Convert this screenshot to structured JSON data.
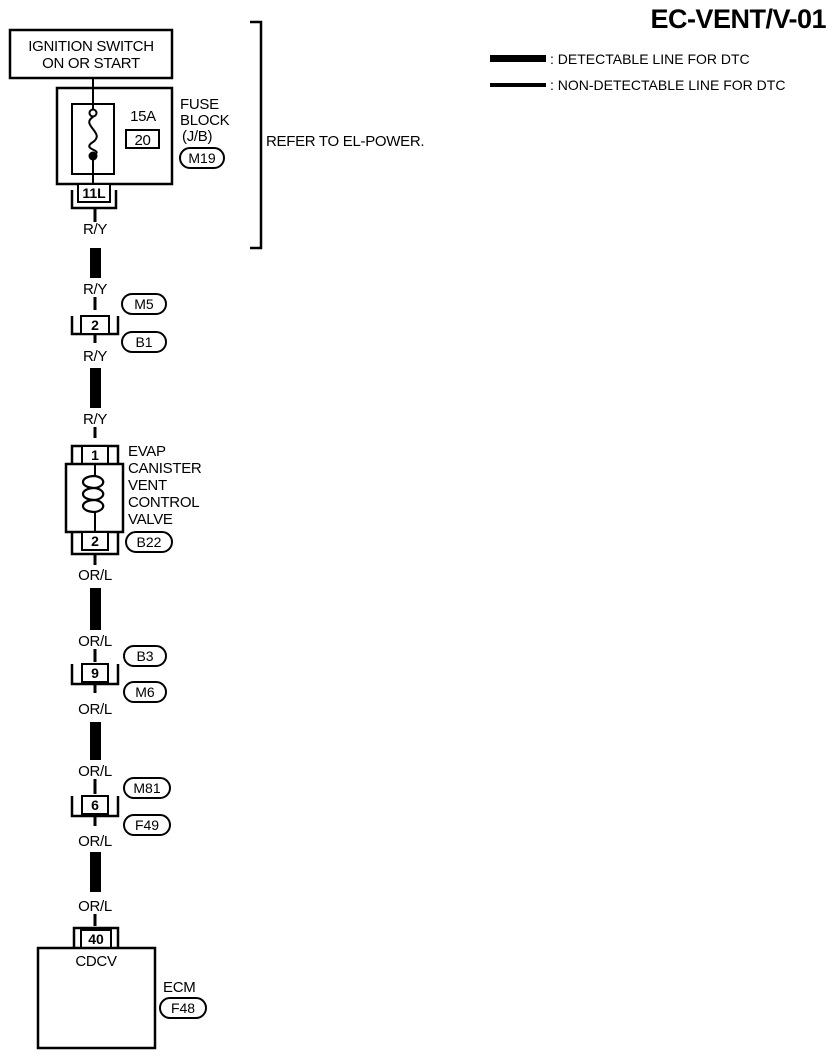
{
  "title": "EC-VENT/V-01",
  "legend": {
    "detectable": ": DETECTABLE LINE FOR DTC",
    "non_detectable": ": NON-DETECTABLE LINE FOR DTC"
  },
  "ignition_switch": {
    "line1": "IGNITION SWITCH",
    "line2": "ON OR START"
  },
  "fuse_block": {
    "amp": "15A",
    "number": "20",
    "name_line1": "FUSE",
    "name_line2": "BLOCK",
    "name_line3": "(J/B)",
    "connector": "M19",
    "terminal": "11L"
  },
  "refer_note": "REFER TO EL-POWER.",
  "wires": {
    "ry": "R/Y",
    "orl": "OR/L"
  },
  "joint_1": {
    "terminal": "2",
    "connector_top": "M5",
    "connector_bottom": "B1"
  },
  "vent_valve": {
    "terminal_top": "1",
    "terminal_bottom": "2",
    "name_lines": [
      "EVAP",
      "CANISTER",
      "VENT",
      "CONTROL",
      "VALVE"
    ],
    "connector": "B22"
  },
  "joint_2": {
    "terminal": "9",
    "connector_top": "B3",
    "connector_bottom": "M6"
  },
  "joint_3": {
    "terminal": "6",
    "connector_top": "M81",
    "connector_bottom": "F49"
  },
  "ecm": {
    "terminal": "40",
    "pin_name": "CDCV",
    "name": "ECM",
    "connector": "F48"
  }
}
